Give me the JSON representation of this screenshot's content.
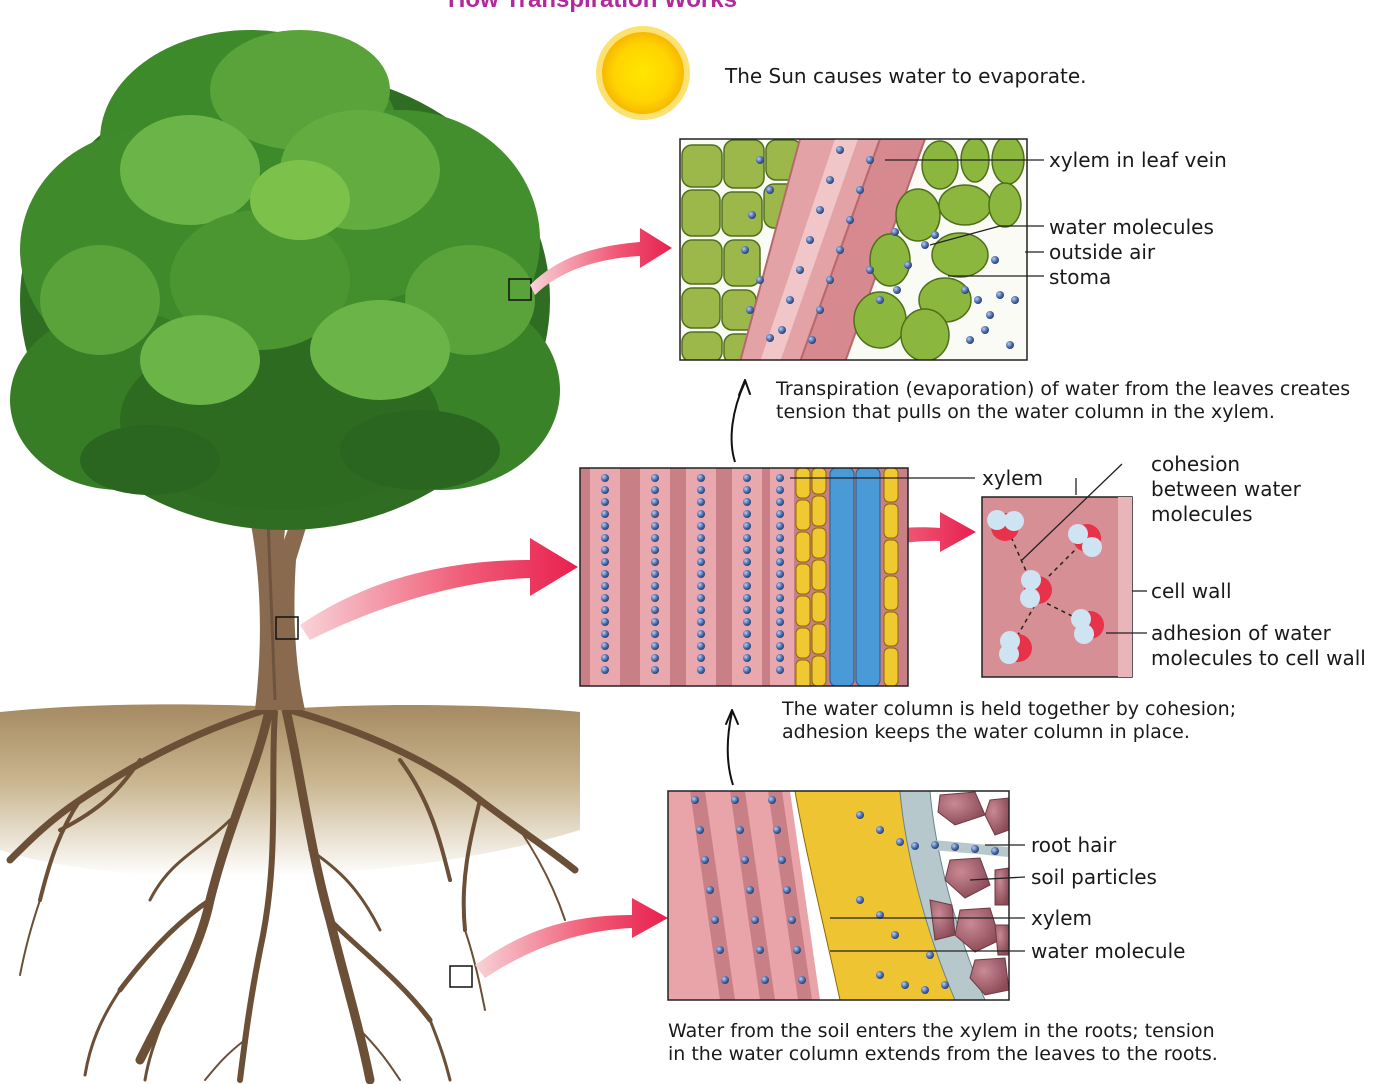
{
  "title": "How Transpiration Works",
  "sun": {
    "caption": "The Sun causes water to evaporate."
  },
  "leaf_panel": {
    "labels": {
      "xylem": "xylem in leaf vein",
      "water": "water molecules",
      "air": "outside air",
      "stoma": "stoma"
    },
    "caption_line1": "Transpiration (evaporation) of water from the leaves creates",
    "caption_line2": "tension that pulls on the water column in the xylem."
  },
  "stem_panel": {
    "labels": {
      "xylem": "xylem"
    },
    "caption_line1": "The water column is held together by cohesion;",
    "caption_line2": "adhesion keeps the water column in place."
  },
  "molecule_panel": {
    "labels": {
      "cohesion_l1": "cohesion",
      "cohesion_l2": "between water",
      "cohesion_l3": "molecules",
      "cell_wall": "cell wall",
      "adhesion_l1": "adhesion of water",
      "adhesion_l2": "molecules to cell wall"
    }
  },
  "root_panel": {
    "labels": {
      "root_hair": "root hair",
      "soil": "soil particles",
      "xylem": "xylem",
      "water": "water molecule"
    },
    "caption_line1": "Water from the soil enters the xylem in the roots; tension",
    "caption_line2": "in the water column extends from the leaves to the roots."
  },
  "colors": {
    "title": "#b02a9c",
    "arrow": "#e8204e",
    "foliage": "#3f8a2a",
    "xylem": "#d98a8e",
    "water_molecule": "#4a6aa8",
    "soil": "#c4ad88"
  }
}
